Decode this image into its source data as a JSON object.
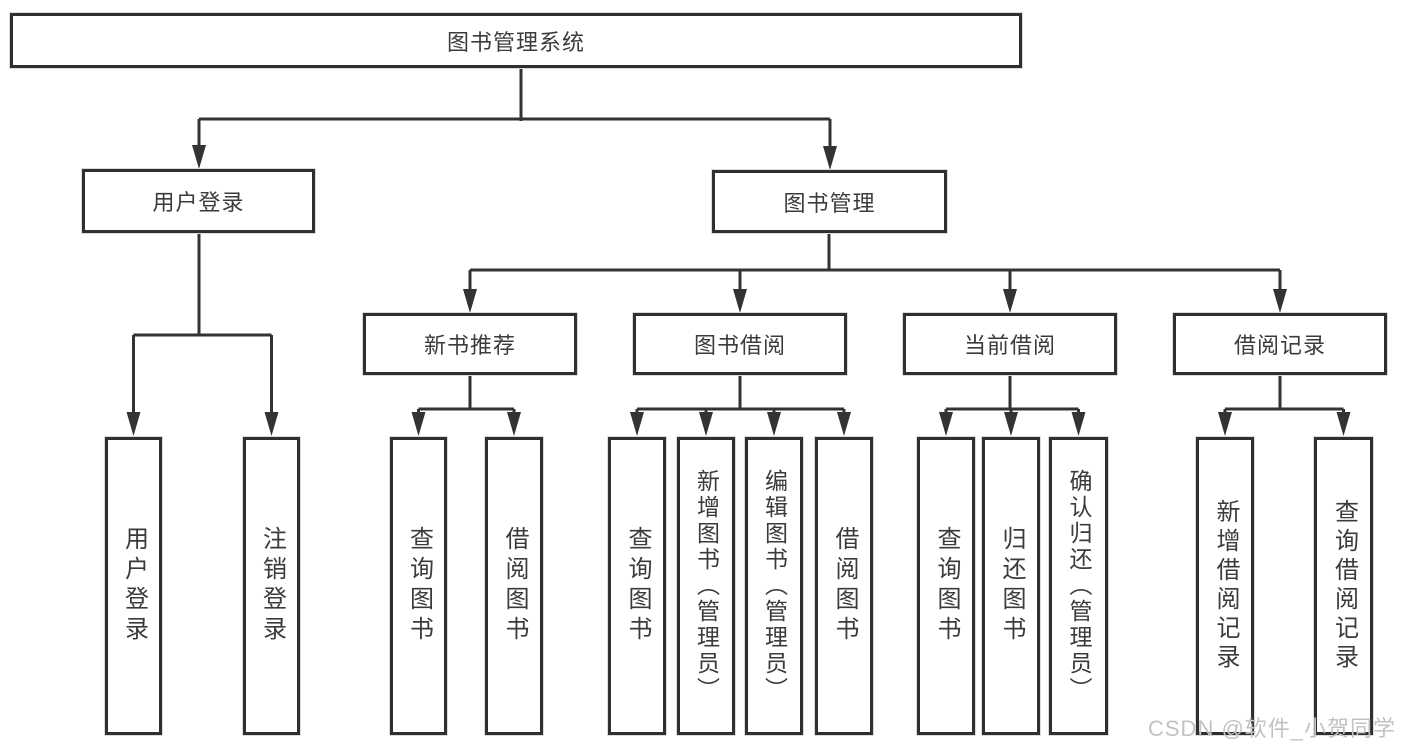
{
  "tree": {
    "root": {
      "label": "图书管理系统"
    },
    "branches": [
      {
        "label": "用户登录",
        "children": [
          {
            "label": "用户登录"
          },
          {
            "label": "注销登录"
          }
        ]
      },
      {
        "label": "图书管理",
        "children": [
          {
            "label": "新书推荐",
            "children": [
              {
                "label": "查询图书"
              },
              {
                "label": "借阅图书"
              }
            ]
          },
          {
            "label": "图书借阅",
            "children": [
              {
                "label": "查询图书"
              },
              {
                "label": "新增图书（管理员）"
              },
              {
                "label": "编辑图书（管理员）"
              },
              {
                "label": "借阅图书"
              }
            ]
          },
          {
            "label": "当前借阅",
            "children": [
              {
                "label": "查询图书"
              },
              {
                "label": "归还图书"
              },
              {
                "label": "确认归还（管理员）"
              }
            ]
          },
          {
            "label": "借阅记录",
            "children": [
              {
                "label": "新增借阅记录"
              },
              {
                "label": "查询借阅记录"
              }
            ]
          }
        ]
      }
    ]
  },
  "watermark": {
    "text": "CSDN @软件_小贺同学"
  },
  "colors": {
    "line": "#333333",
    "box_border": "#2f2f2f",
    "text": "#3b3b3b",
    "watermark": "#c2c2c2",
    "background": "#ffffff"
  }
}
